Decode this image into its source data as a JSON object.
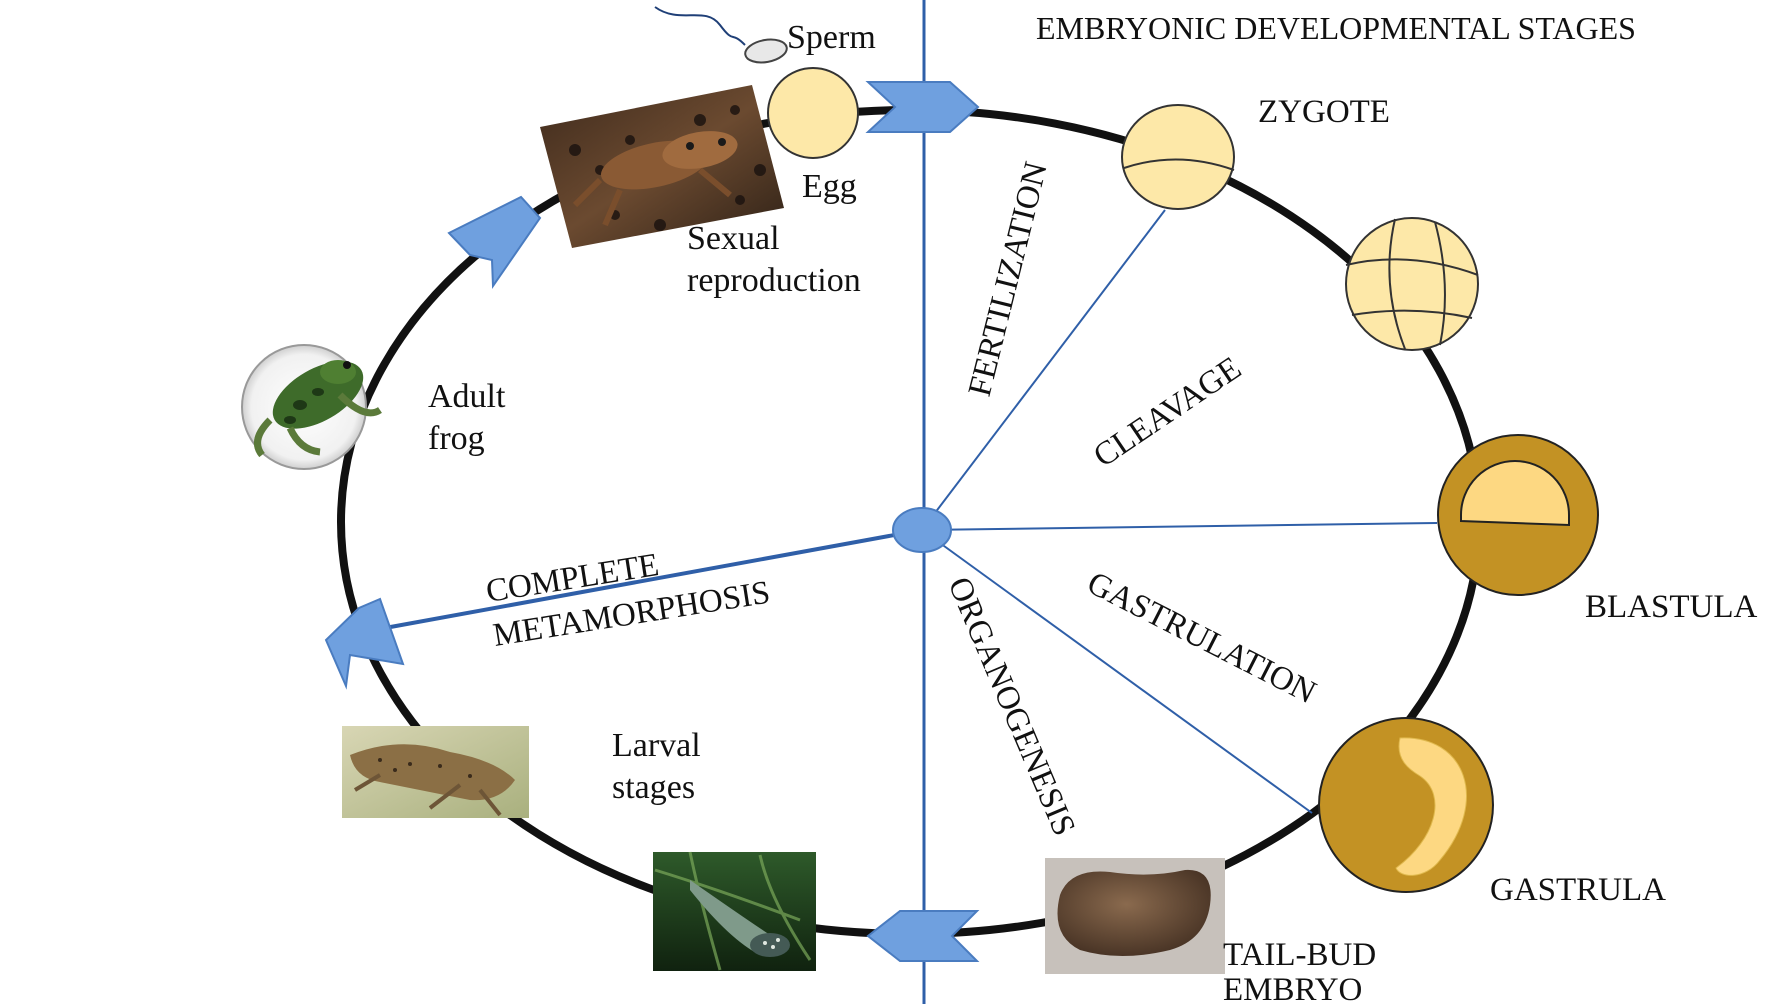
{
  "colors": {
    "arc": "#111111",
    "axis": "#2f5fa8",
    "arrow_fill": "#6fa0df",
    "arrow_stroke": "#4a7cc0",
    "egg_fill": "#fde8a8",
    "embryo_gold": "#c39224",
    "embryo_light": "#fdd882"
  },
  "title": "EMBRYONIC DEVELOPMENTAL STAGES",
  "left_labels": {
    "sperm": "Sperm",
    "egg": "Egg",
    "sexual_1": "Sexual",
    "sexual_2": "reproduction",
    "adult_1": "Adult",
    "adult_2": "frog",
    "larval_1": "Larval",
    "larval_2": "stages"
  },
  "stages": {
    "zygote": "ZYGOTE",
    "blastula": "BLASTULA",
    "gastrula": "GASTRULA",
    "tailbud_1": "TAIL-BUD",
    "tailbud_2": "EMBRYO"
  },
  "processes": {
    "fertilization": "FERTILIZATION",
    "cleavage": "CLEAVAGE",
    "gastrulation": "GASTRULATION",
    "organogenesis": "ORGANOGENESIS",
    "metamorphosis_1": "COMPLETE",
    "metamorphosis_2": "METAMORPHOSIS"
  },
  "icons": {
    "sperm": "sperm-icon",
    "egg": "egg-icon",
    "zygote": "zygote-icon",
    "cleavage": "cleavage-embryo-icon",
    "blastula": "blastula-icon",
    "gastrula": "gastrula-icon",
    "mating": "mating-frogs-photo",
    "adult": "adult-frog-photo",
    "tadpole_larva": "tadpole-photo",
    "early_larva": "early-larva-photo",
    "tailbud": "tailbud-embryo-photo"
  }
}
